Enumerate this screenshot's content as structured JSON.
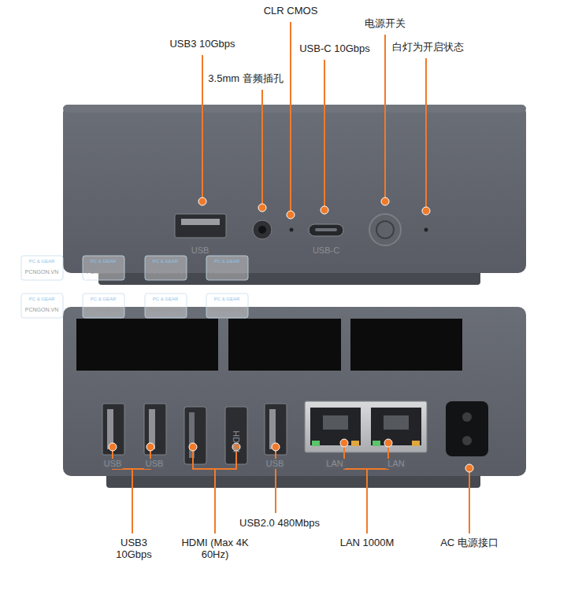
{
  "diagram": {
    "labels": [
      "USB3 10Gbps",
      "3.5mm 音频插孔",
      "CLR CMOS",
      "USB-C 10Gbps",
      "电源开关",
      "白灯为开启状态",
      "USB",
      "USB-C",
      "PC & GEAR",
      "PCNGON.VN",
      "PC & GEAR",
      "PCNGON.VN",
      "PC & GEAR",
      "PCNGON.VN",
      "PC & GEAR",
      "PCNGON.VN",
      "PC & GEAR",
      "PCNGON.VN",
      "PC & GEAR",
      "PCNGON.VN",
      "PC & GEAR",
      "PCNGON.VN",
      "PC & GEAR",
      "PCNGON.VN",
      "USB",
      "USB",
      "HDMI",
      "USB",
      "LAN",
      "LAN",
      "USB3 10Gbps",
      "HDMI (Max 4K 60Hz)",
      "USB2.0 480Mbps",
      "LAN 1000M",
      "AC 电源接口"
    ]
  }
}
